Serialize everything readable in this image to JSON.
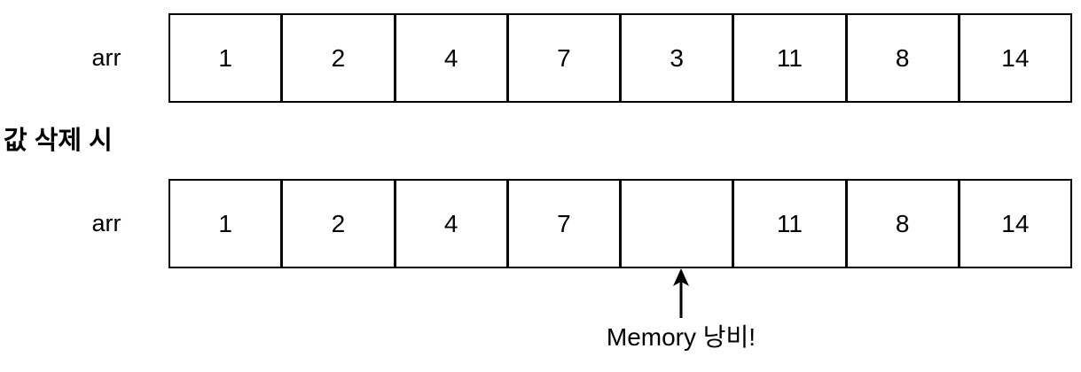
{
  "colors": {
    "background": "#ffffff",
    "line": "#000000",
    "text": "#000000"
  },
  "before": {
    "label": "arr",
    "cells": [
      "1",
      "2",
      "4",
      "7",
      "3",
      "11",
      "8",
      "14"
    ]
  },
  "section_label": "값 삭제 시",
  "after": {
    "label": "arr",
    "cells": [
      "1",
      "2",
      "4",
      "7",
      "",
      "11",
      "8",
      "14"
    ]
  },
  "annotation": "Memory 낭비!"
}
